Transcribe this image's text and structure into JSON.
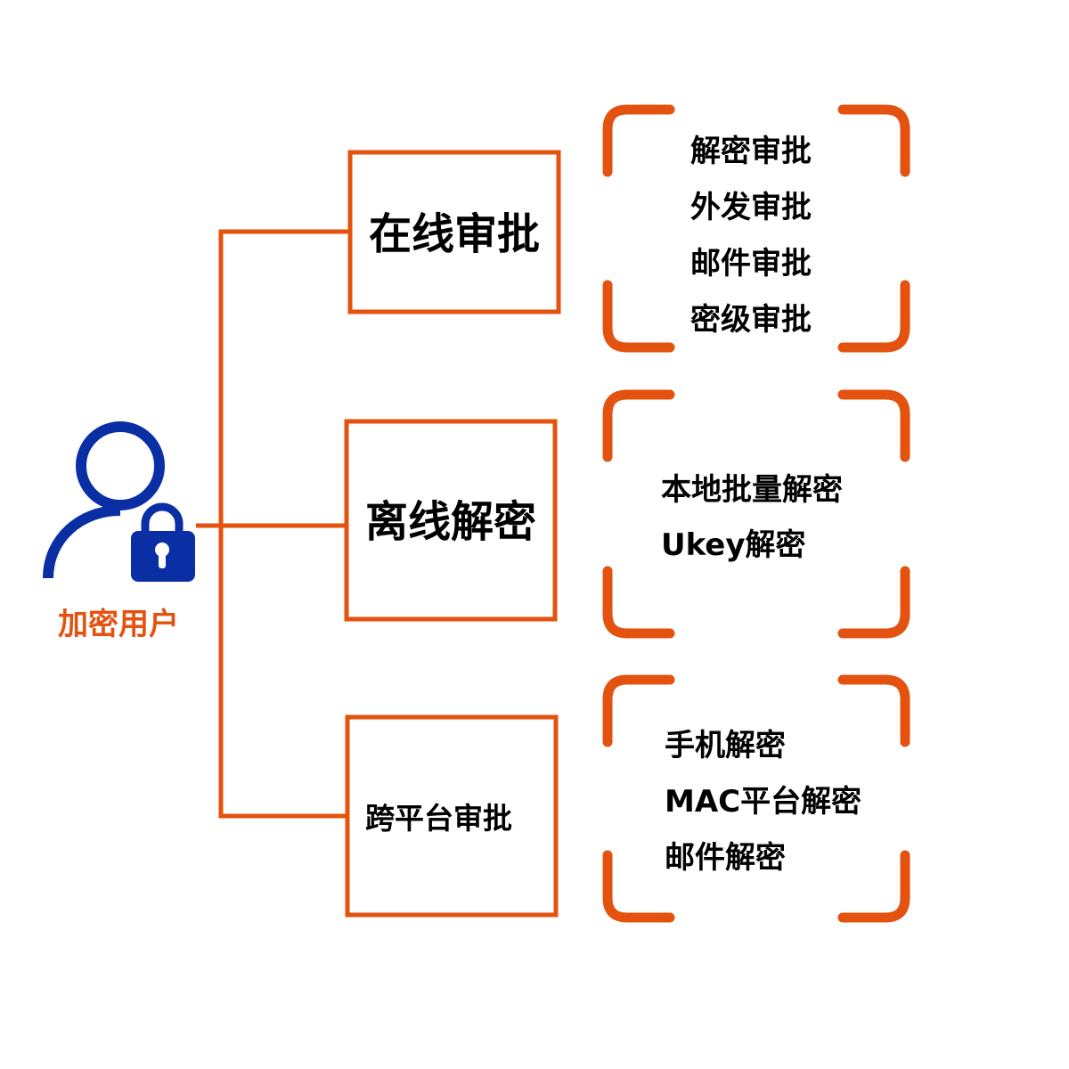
{
  "user": {
    "label": "加密用户"
  },
  "colors": {
    "accent": "#e4520f",
    "icon": "#0a2fa5"
  },
  "branches": [
    {
      "title": "在线审批",
      "items": [
        "解密审批",
        "外发审批",
        "邮件审批",
        "密级审批"
      ]
    },
    {
      "title": "离线解密",
      "items": [
        "本地批量解密",
        "Ukey解密"
      ]
    },
    {
      "title": "跨平台审批",
      "items": [
        "手机解密",
        "MAC平台解密",
        "邮件解密"
      ]
    }
  ]
}
